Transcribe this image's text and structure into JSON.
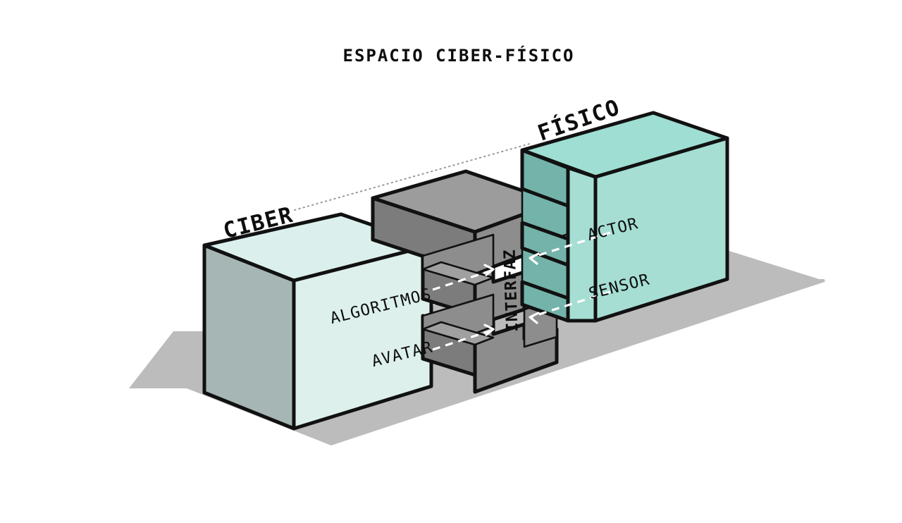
{
  "title": "ESPACIO CIBER-FÍSICO",
  "labels": {
    "cyber": "CIBER",
    "physical": "FÍSICO",
    "interface": "INTERFAZ",
    "algorithms": "ALGORITMOS",
    "avatar": "AVATAR",
    "actor": "ACTOR",
    "sensor": "SENSOR"
  },
  "colors": {
    "cyber_top": "#dbf0ec",
    "cyber_front": "#ddf0ec",
    "cyber_side": "#a5b6b4",
    "physical_top": "#9fded2",
    "physical_front": "#a6ded4",
    "physical_side": "#74b3a9",
    "interface_top": "#9c9c9c",
    "interface_front": "#8d8d8d",
    "interface_side": "#7c7c7c",
    "ground_shadow": "#bcbcbc",
    "outline": "#111111",
    "flow_arrow": "#ffffff",
    "background": "#ffffff"
  },
  "flows": [
    {
      "name": "algorithms-to-interface",
      "direction": "right"
    },
    {
      "name": "avatar-to-interface",
      "direction": "right"
    },
    {
      "name": "actor-to-interface",
      "direction": "left"
    },
    {
      "name": "sensor-to-interface",
      "direction": "left"
    }
  ]
}
